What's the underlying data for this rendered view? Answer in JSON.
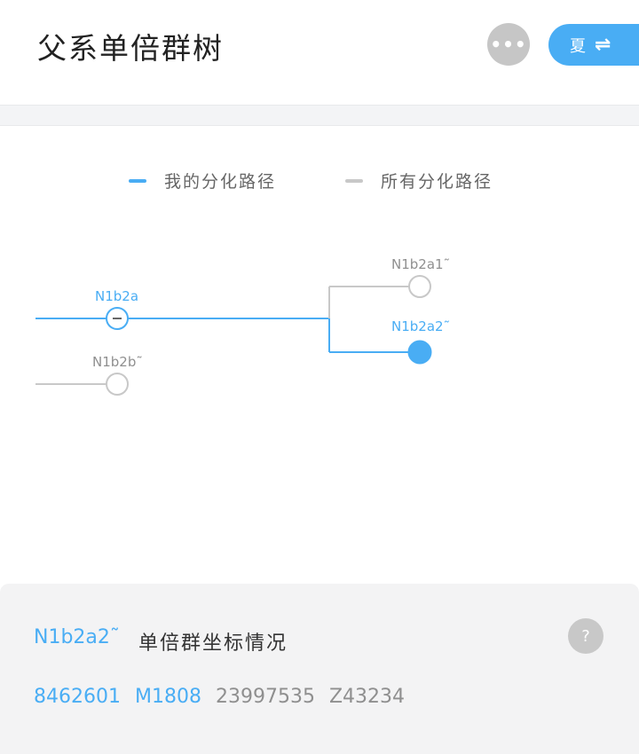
{
  "header": {
    "title": "父系单倍群树",
    "more_icon": "ellipsis-icon",
    "season_label": "夏",
    "season_icon": "swap-arrows-icon"
  },
  "legend": {
    "mine_label": "我的分化路径",
    "all_label": "所有分化路径",
    "mine_color": "#49adf4",
    "all_color": "#c8c8c8"
  },
  "tree": {
    "nodes": {
      "n1b2a": "N1b2a",
      "n1b2b": "N1b2b˜",
      "n1b2a1": "N1b2a1˜",
      "n1b2a2": "N1b2a2˜"
    },
    "collapse_icon": "minus-icon"
  },
  "panel": {
    "haplogroup": "N1b2a2˜",
    "title": "单倍群坐标情况",
    "help_icon": "question-icon",
    "snps": [
      {
        "label": "8462601",
        "highlight": true
      },
      {
        "label": "M1808",
        "highlight": true
      },
      {
        "label": "23997535",
        "highlight": false
      },
      {
        "label": "Z43234",
        "highlight": false
      }
    ]
  }
}
